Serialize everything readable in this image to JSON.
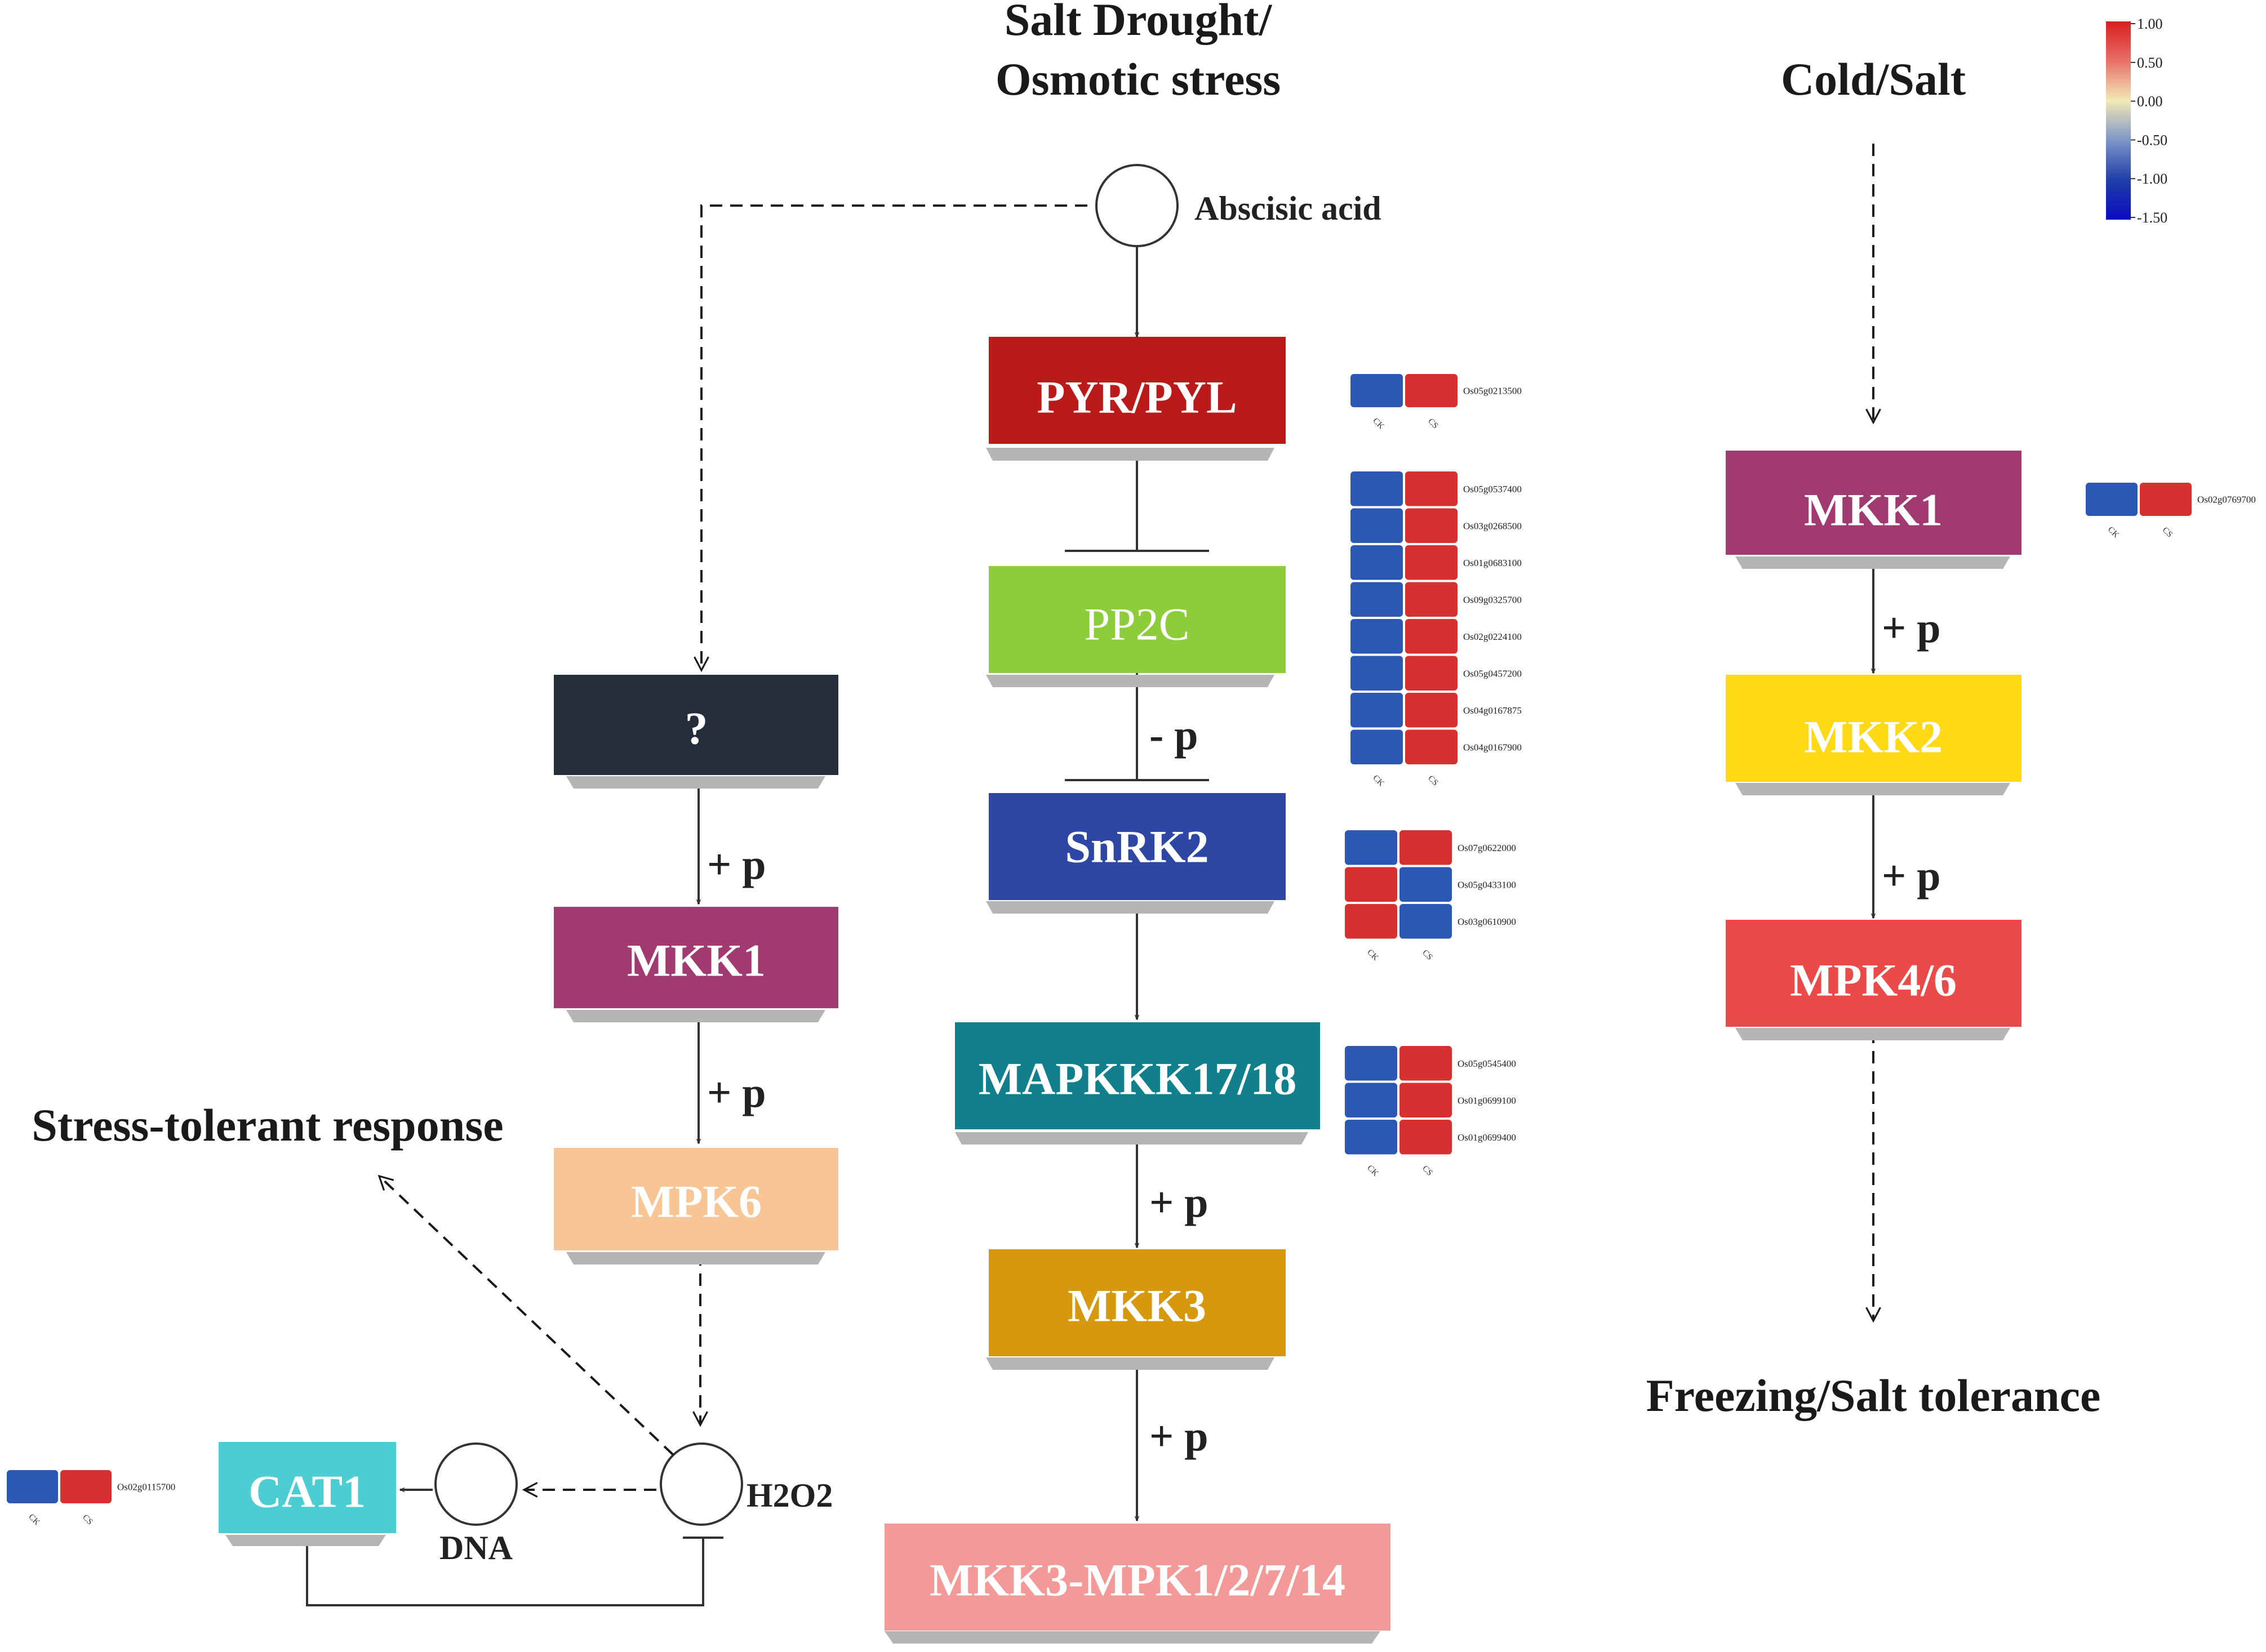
{
  "headings": {
    "salt_drought": [
      "Salt Drought/",
      "Osmotic stress"
    ],
    "cold_salt": "Cold/Salt",
    "stress_tolerant": "Stress-tolerant response",
    "freezing_salt": "Freezing/Salt tolerance"
  },
  "nodes": {
    "abscisic_acid": "Abscisic acid",
    "dna": "DNA",
    "h2o2": "H2O2"
  },
  "boxes": {
    "pyr_pyl": {
      "label": "PYR/PYL",
      "color": "#bb1a1a"
    },
    "pp2c": {
      "label": "PP2C",
      "color": "#8dcd3c"
    },
    "snrk2": {
      "label": "SnRK2",
      "color": "#2e46a4"
    },
    "mapkkk": {
      "label": "MAPKKK17/18",
      "color": "#12808c"
    },
    "mkk3": {
      "label": "MKK3",
      "color": "#d5980f"
    },
    "mkk3_mpk": {
      "label": "MKK3-MPK1/2/7/14",
      "color": "#f39a98"
    },
    "unknown": {
      "label": "?",
      "color": "#262d3a"
    },
    "mkk1_left": {
      "label": "MKK1",
      "color": "#a23a72"
    },
    "mpk6": {
      "label": "MPK6",
      "color": "#f8c594"
    },
    "cat1": {
      "label": "CAT1",
      "color": "#4ccdd2"
    },
    "mkk1_right": {
      "label": "MKK1",
      "color": "#a23a72"
    },
    "mkk2": {
      "label": "MKK2",
      "color": "#fdd916"
    },
    "mpk46": {
      "label": "MPK4/6",
      "color": "#ea4b49"
    }
  },
  "edge_labels": {
    "minus_p": "- p",
    "plus_p": "+ p"
  },
  "heatmap_columns": [
    "CK",
    "CS"
  ],
  "colors": {
    "low": "#2c58b4",
    "high": "#d63030"
  },
  "heatmaps": {
    "pyr_pyl": [
      {
        "gene": "Os05g0213500",
        "values": [
          "low",
          "high"
        ]
      }
    ],
    "pp2c": [
      {
        "gene": "Os05g0537400",
        "values": [
          "low",
          "high"
        ]
      },
      {
        "gene": "Os03g0268500",
        "values": [
          "low",
          "high"
        ]
      },
      {
        "gene": "Os01g0683100",
        "values": [
          "low",
          "high"
        ]
      },
      {
        "gene": "Os09g0325700",
        "values": [
          "low",
          "high"
        ]
      },
      {
        "gene": "Os02g0224100",
        "values": [
          "low",
          "high"
        ]
      },
      {
        "gene": "Os05g0457200",
        "values": [
          "low",
          "high"
        ]
      },
      {
        "gene": "Os04g0167875",
        "values": [
          "low",
          "high"
        ]
      },
      {
        "gene": "Os04g0167900",
        "values": [
          "low",
          "high"
        ]
      }
    ],
    "snrk2": [
      {
        "gene": "Os07g0622000",
        "values": [
          "low",
          "high"
        ]
      },
      {
        "gene": "Os05g0433100",
        "values": [
          "high",
          "low"
        ]
      },
      {
        "gene": "Os03g0610900",
        "values": [
          "high",
          "low"
        ]
      }
    ],
    "mapkkk": [
      {
        "gene": "Os05g0545400",
        "values": [
          "low",
          "high"
        ]
      },
      {
        "gene": "Os01g0699100",
        "values": [
          "low",
          "high"
        ]
      },
      {
        "gene": "Os01g0699400",
        "values": [
          "low",
          "high"
        ]
      }
    ],
    "cat1": [
      {
        "gene": "Os02g0115700",
        "values": [
          "low",
          "high"
        ]
      }
    ],
    "mkk1_right": [
      {
        "gene": "Os02g0769700",
        "values": [
          "low",
          "high"
        ]
      }
    ]
  },
  "legend": {
    "ticks": [
      "1.00",
      "0.50",
      "0.00",
      "-0.50",
      "-1.00",
      "-1.50"
    ],
    "gradient": [
      "#d81e1e",
      "#e9716a",
      "#f1e9b5",
      "#7d95c8",
      "#1f3fa8",
      "#0b0bc2"
    ]
  }
}
